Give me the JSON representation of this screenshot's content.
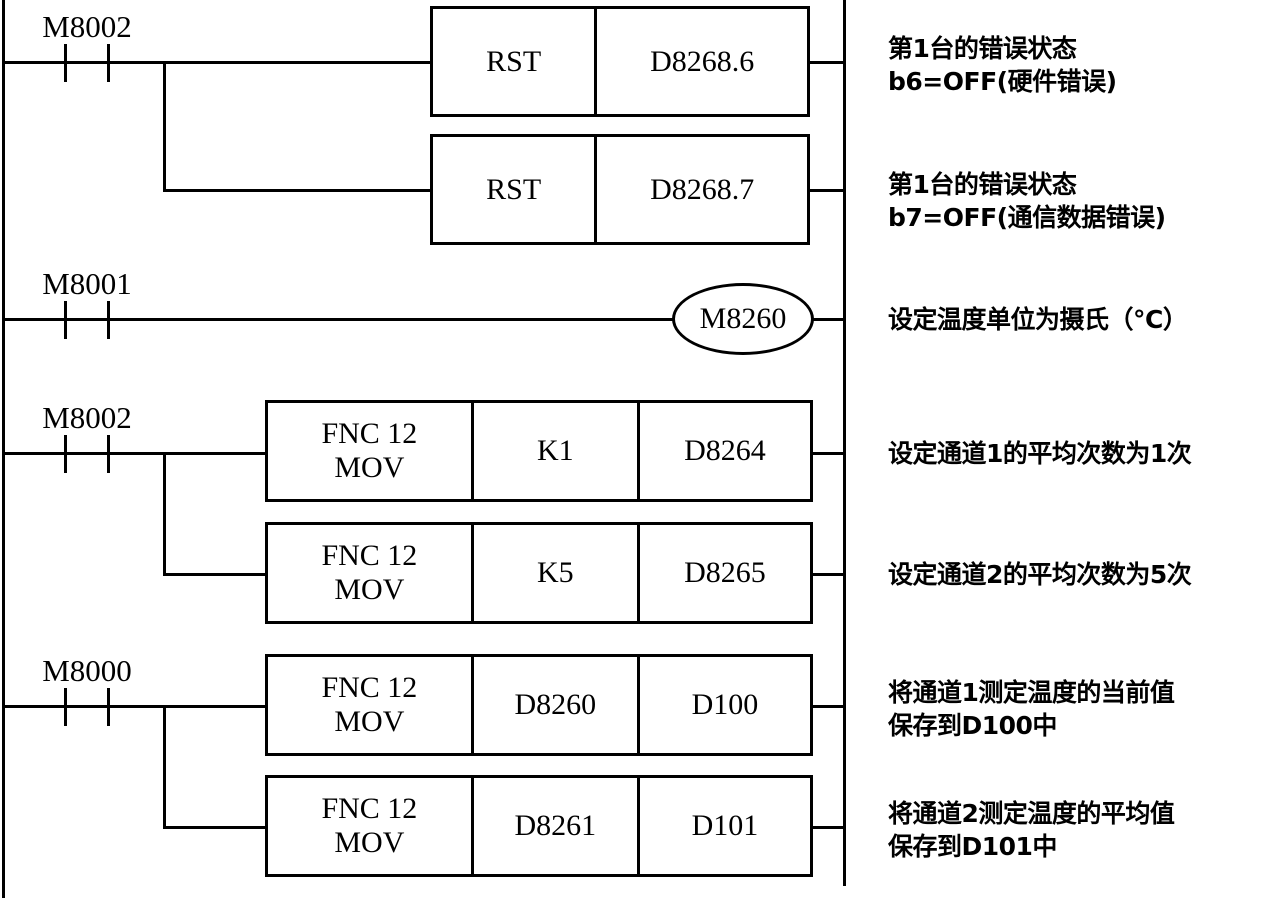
{
  "diagram": {
    "title": "PLC Ladder Diagram - FX temperature module example",
    "line_color": "#000000",
    "background": "#ffffff"
  },
  "rungs": [
    {
      "id": "rung-1",
      "contact": {
        "label": "M8002",
        "type": "normally-open"
      },
      "branches": [
        {
          "instruction": "RST",
          "operands": [
            "D8268.6"
          ],
          "note": "第1台的错误状态\nb6=OFF(硬件错误)"
        },
        {
          "instruction": "RST",
          "operands": [
            "D8268.7"
          ],
          "note": "第1台的错误状态\nb7=OFF(通信数据错误)"
        }
      ]
    },
    {
      "id": "rung-2",
      "contact": {
        "label": "M8001",
        "type": "normally-open"
      },
      "branches": [
        {
          "instruction": "coil",
          "coil_label": "M8260",
          "note": "设定温度单位为摄氏（°C）"
        }
      ]
    },
    {
      "id": "rung-3",
      "contact": {
        "label": "M8002",
        "type": "normally-open"
      },
      "branches": [
        {
          "instruction": "FNC 12\nMOV",
          "operands": [
            "K1",
            "D8264"
          ],
          "note": "设定通道1的平均次数为1次"
        },
        {
          "instruction": "FNC 12\nMOV",
          "operands": [
            "K5",
            "D8265"
          ],
          "note": "设定通道2的平均次数为5次"
        }
      ]
    },
    {
      "id": "rung-4",
      "contact": {
        "label": "M8000",
        "type": "normally-open"
      },
      "branches": [
        {
          "instruction": "FNC 12\nMOV",
          "operands": [
            "D8260",
            "D100"
          ],
          "note": "将通道1测定温度的当前值\n保存到D100中"
        },
        {
          "instruction": "FNC 12\nMOV",
          "operands": [
            "D8261",
            "D101"
          ],
          "note": "将通道2测定温度的平均值\n保存到D101中"
        }
      ]
    }
  ]
}
